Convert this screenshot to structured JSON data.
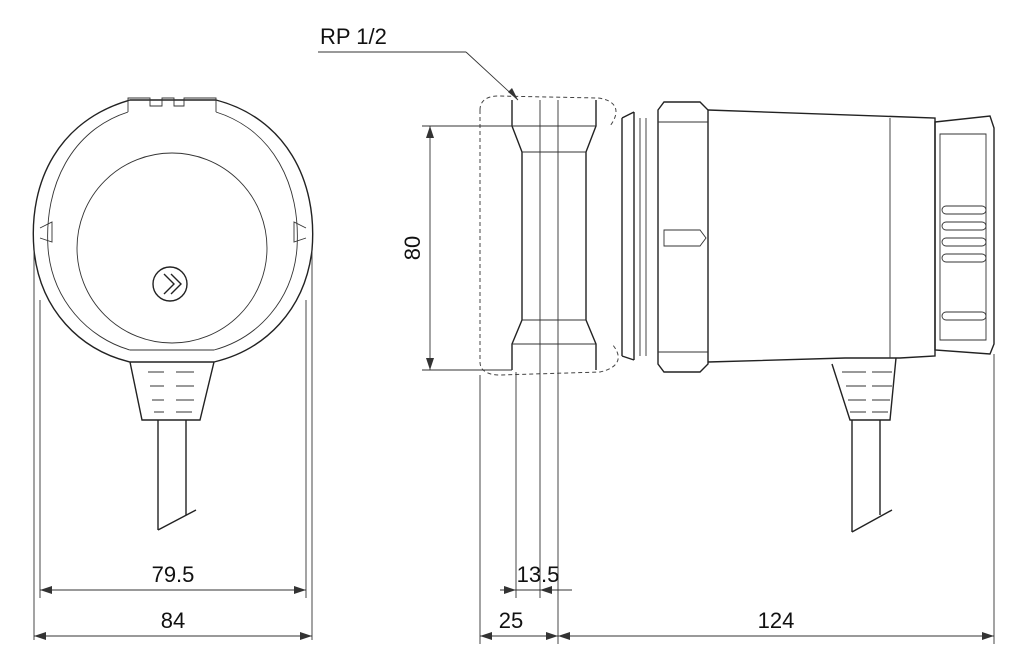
{
  "labels": {
    "thread": "RP 1/2",
    "height": "80",
    "width_inner": "79.5",
    "width_outer": "84",
    "port_depth": "13.5",
    "port_offset": "25",
    "body_length": "124"
  },
  "icons": {
    "rotation": "chevron-right-icon"
  }
}
